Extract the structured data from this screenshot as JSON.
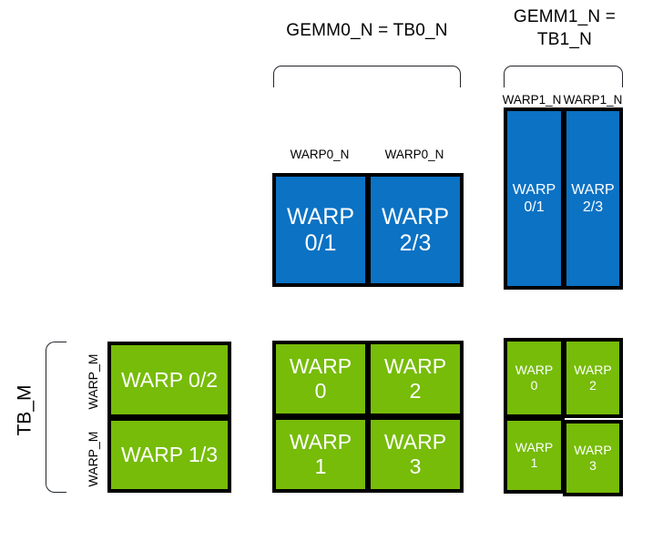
{
  "headers": {
    "gemm0": "GEMM0_N = TB0_N",
    "gemm1": "GEMM1_N =\nTB1_N"
  },
  "side_labels": {
    "tb_m": "TB_M",
    "warp_m_top": "WARP_M",
    "warp_m_bottom": "WARP_M"
  },
  "blue_group_mid": {
    "top_labels": [
      "WARP0_N",
      "WARP0_N"
    ],
    "cells": [
      {
        "label": "WARP\n0/1"
      },
      {
        "label": "WARP\n2/3"
      }
    ]
  },
  "blue_group_right": {
    "top_labels": [
      "WARP1_N",
      "WARP1_N"
    ],
    "cells": [
      {
        "label": "WARP\n0/1"
      },
      {
        "label": "WARP\n2/3"
      }
    ]
  },
  "green_group_left": {
    "cells": [
      {
        "label": "WARP 0/2"
      },
      {
        "label": "WARP 1/3"
      }
    ]
  },
  "green_group_mid": {
    "cells": [
      {
        "label": "WARP\n0"
      },
      {
        "label": "WARP\n2"
      },
      {
        "label": "WARP\n1"
      },
      {
        "label": "WARP\n3"
      }
    ]
  },
  "green_group_right": {
    "cells": [
      {
        "label": "WARP\n0"
      },
      {
        "label": "WARP\n2"
      },
      {
        "label": "WARP\n1"
      },
      {
        "label": "WARP\n3"
      }
    ]
  },
  "colors": {
    "blue": "#0B72C4",
    "green": "#76BC08",
    "outline": "#000000",
    "text_on_fill": "#FFFFFF",
    "background": "#FFFFFF"
  }
}
